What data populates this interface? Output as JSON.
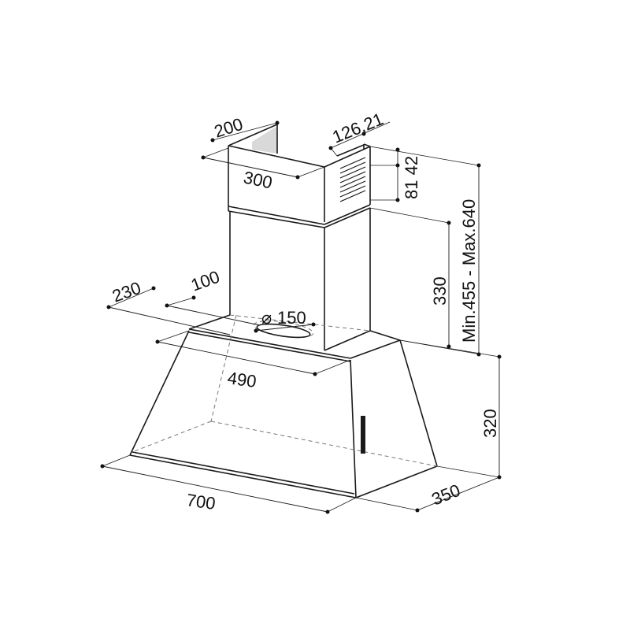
{
  "diagram": {
    "dimensions": {
      "d200": "200",
      "d300": "300",
      "d126_21": "126,21",
      "d81_42": "81 42",
      "d330": "330",
      "d_minmax": "Min.455 - Max.640",
      "d230": "230",
      "d100": "100",
      "d150": "150",
      "d490": "490",
      "d320": "320",
      "d700": "700",
      "d350": "350"
    },
    "symbols": {
      "diameter": "⌀"
    },
    "colors": {
      "line": "#1a1a1a",
      "hidden": "#777777",
      "background": "#ffffff"
    }
  }
}
